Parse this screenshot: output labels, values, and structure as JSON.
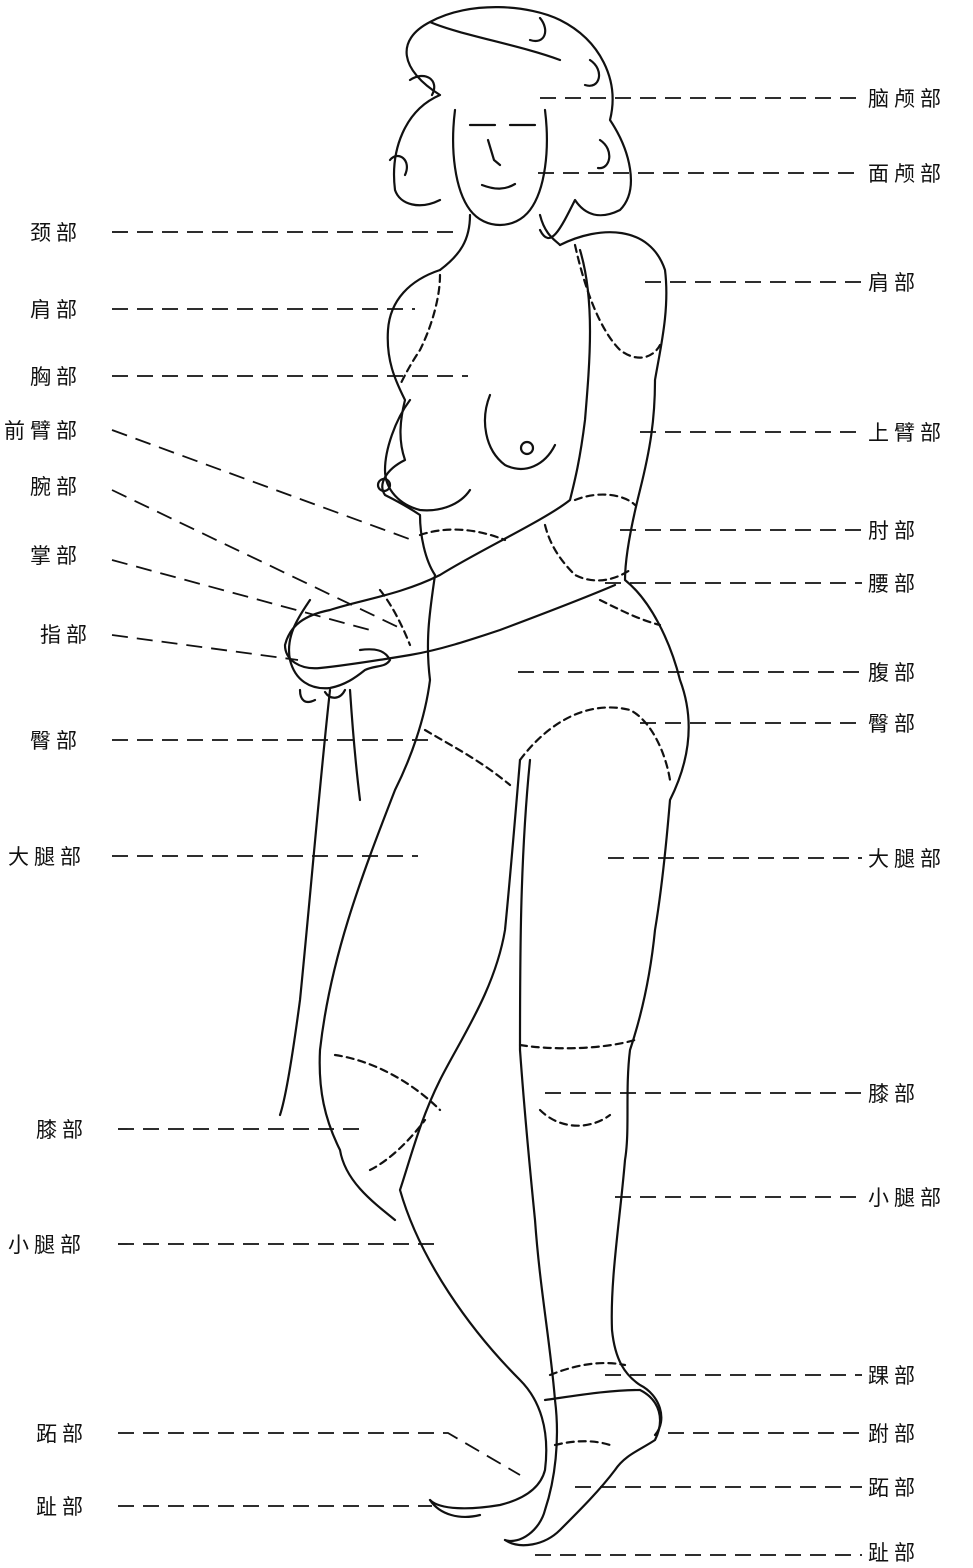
{
  "labels": {
    "naolu": "脑颅部",
    "mianlu": "面颅部",
    "jian_r": "肩部",
    "shangbi": "上臂部",
    "zhou": "肘部",
    "yao": "腰部",
    "fu": "腹部",
    "tun_r": "臀部",
    "datui_r": "大腿部",
    "xi_r": "膝部",
    "xiaotui_r": "小腿部",
    "huai": "踝部",
    "fu_foot": "跗部",
    "zhi_r": "跖部",
    "zhi_toe_r": "趾部",
    "jing": "颈部",
    "jian_l": "肩部",
    "xiong": "胸部",
    "qianbi": "前臂部",
    "wan": "腕部",
    "zhang": "掌部",
    "zhi_finger": "指部",
    "tun_l": "臀部",
    "datui_l": "大腿部",
    "xi_l": "膝部",
    "xiaotui_l": "小腿部",
    "zhi_l": "跖部",
    "zhi_toe_l": "趾部"
  }
}
